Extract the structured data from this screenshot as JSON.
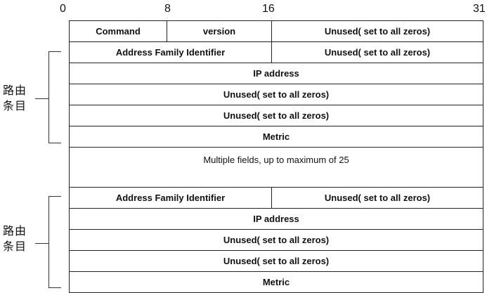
{
  "bit_labels": {
    "b0": "0",
    "b8": "8",
    "b16": "16",
    "b31": "31"
  },
  "header": {
    "row1": {
      "command": "Command",
      "version": "version",
      "unused": "Unused( set to all zeros)"
    }
  },
  "entry1": {
    "afi": "Address Family Identifier",
    "afi_unused": "Unused( set to all zeros)",
    "ip": "IP address",
    "unused1": "Unused( set to all zeros)",
    "unused2": "Unused( set to all zeros)",
    "metric": "Metric"
  },
  "note": "Multiple fields, up to maximum of 25",
  "entry2": {
    "afi": "Address Family Identifier",
    "afi_unused": "Unused( set to all zeros)",
    "ip": "IP address",
    "unused1": "Unused( set to all zeros)",
    "unused2": "Unused( set to all zeros)",
    "metric": "Metric"
  },
  "route_labels": {
    "entry1_line1": "路由",
    "entry1_line2": "条目",
    "entry2_line1": "路由",
    "entry2_line2": "条目"
  }
}
